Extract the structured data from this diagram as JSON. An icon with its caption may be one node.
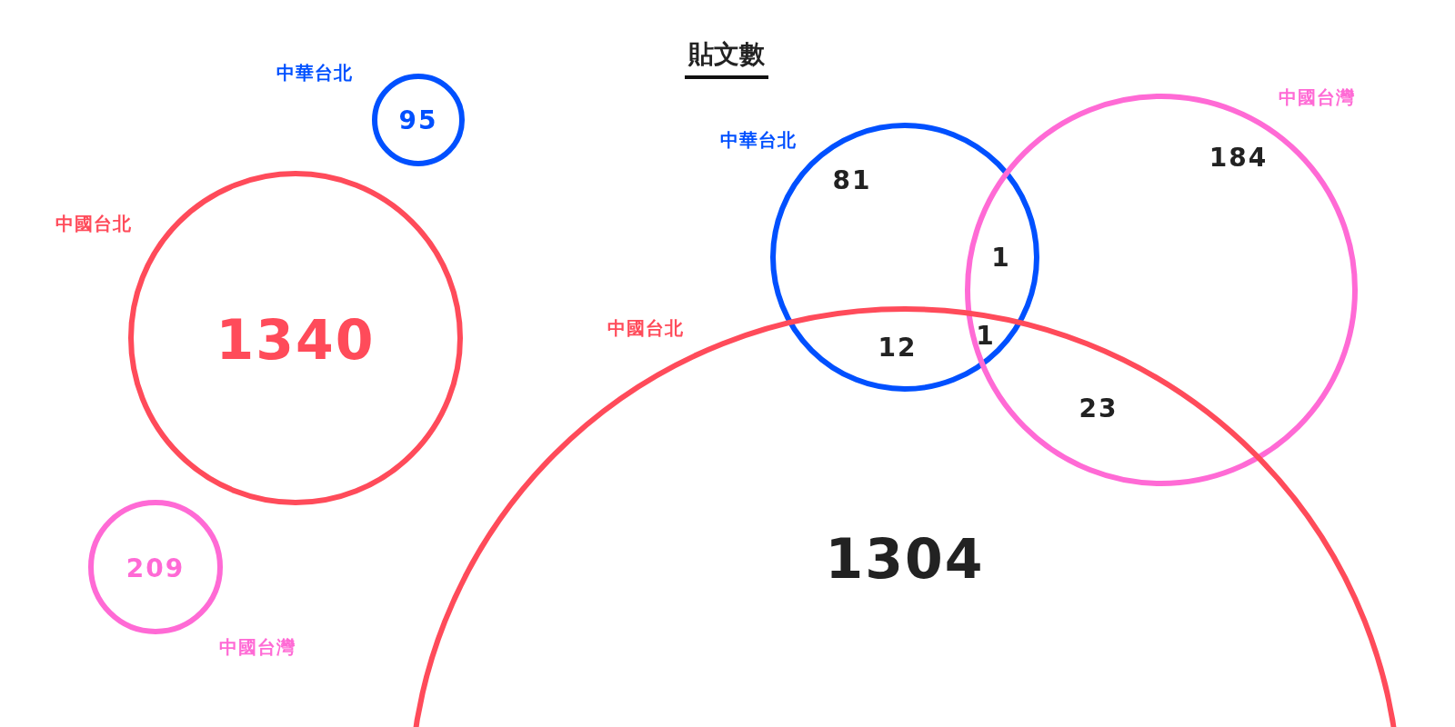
{
  "diagram": {
    "title": "貼文數",
    "nodes": [
      {
        "text": [
          "95"
        ],
        "beside": [
          "中華台北"
        ]
      },
      {
        "text": [
          "1340"
        ],
        "beside": [
          "中國台北"
        ]
      },
      {
        "text": [
          "209"
        ],
        "beside": [
          "中國台灣"
        ]
      },
      {
        "text": [
          "81"
        ],
        "beside": [
          "中華台北"
        ]
      },
      {
        "text": [
          "184"
        ],
        "beside": [
          "中國台灣"
        ]
      },
      {
        "text": [
          "1304"
        ],
        "beside": [
          "中國台北"
        ]
      }
    ],
    "edges": [],
    "labels": [
      "1",
      "12",
      "1",
      "23"
    ]
  }
}
